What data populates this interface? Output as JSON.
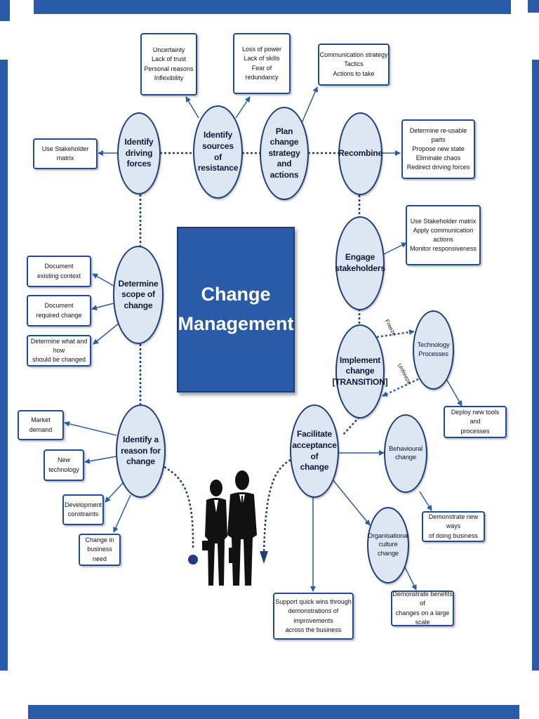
{
  "colors": {
    "frame": "#2a5ba8",
    "node_fill": "#dde6f3",
    "node_border": "#1f3e7a",
    "box_border": "#1f4c96",
    "center_fill": "#2a5ba8"
  },
  "center_title": "Change\nManagement",
  "nodes": {
    "identify_driving_forces": "Identify\ndriving\nforces",
    "identify_sources_of_resistance": "Identify\nsources\nof resistance",
    "plan_change_strategy": "Plan change\nstrategy and\nactions",
    "recombine": "Recombine",
    "engage_stakeholders": "Engage\nstakeholders",
    "implement_change": "Implement\nchange\n[TRANSITION]",
    "technology_processes": "Technology\nProcesses",
    "determine_scope": "Determine\nscope of\nchange",
    "identify_reason": "Identify a\nreason for\nchange",
    "facilitate_acceptance": "Facilitate\nacceptance of\nchange",
    "behavioural_change": "Behavioural\nchange",
    "organisational_culture_change": "Organisational\nculture\nchange"
  },
  "boxes": {
    "uncertainty": "Uncertainty\nLack of trust\nPersonal reasons\nInflexibility",
    "loss_of_power": "Loss of power\nLack of skills\nFear of redundancy",
    "communication_strategy": "Communication strategy\nTactics\nActions to take",
    "use_stakeholder_matrix_left": "Use Stakeholder matrix",
    "determine_reusable_parts": "Determine re-usable parts\nPropose new state\nEliminate chaos\nRedirect driving forces",
    "use_stakeholder_matrix_right": "Use Stakeholder matrix\nApply communication actions\nMonitor responsiveness",
    "document_existing_context": "Document\nexisting context",
    "document_required_change": "Document\nrequired change",
    "determine_what_how": "Determine what and how\nshould be changed",
    "deploy_new_tools": "Deploy new tools and\nprocesses",
    "market_demand": "Market demand",
    "new_technology": "New\ntechnology",
    "development_constraints": "Development\nconstraints",
    "change_in_business_need": "Change in\nbusiness need",
    "demonstrate_new_ways": "Demonstrate new ways\nof doing business",
    "demonstrate_benefits": "Demonstrate benefits of\nchanges on a large scale",
    "support_quick_wins": "Support quick wins through\ndemonstrations of improvements\nacross the business"
  },
  "labels": {
    "freeze": "Freeze",
    "unfreeze": "Unfreeze"
  }
}
